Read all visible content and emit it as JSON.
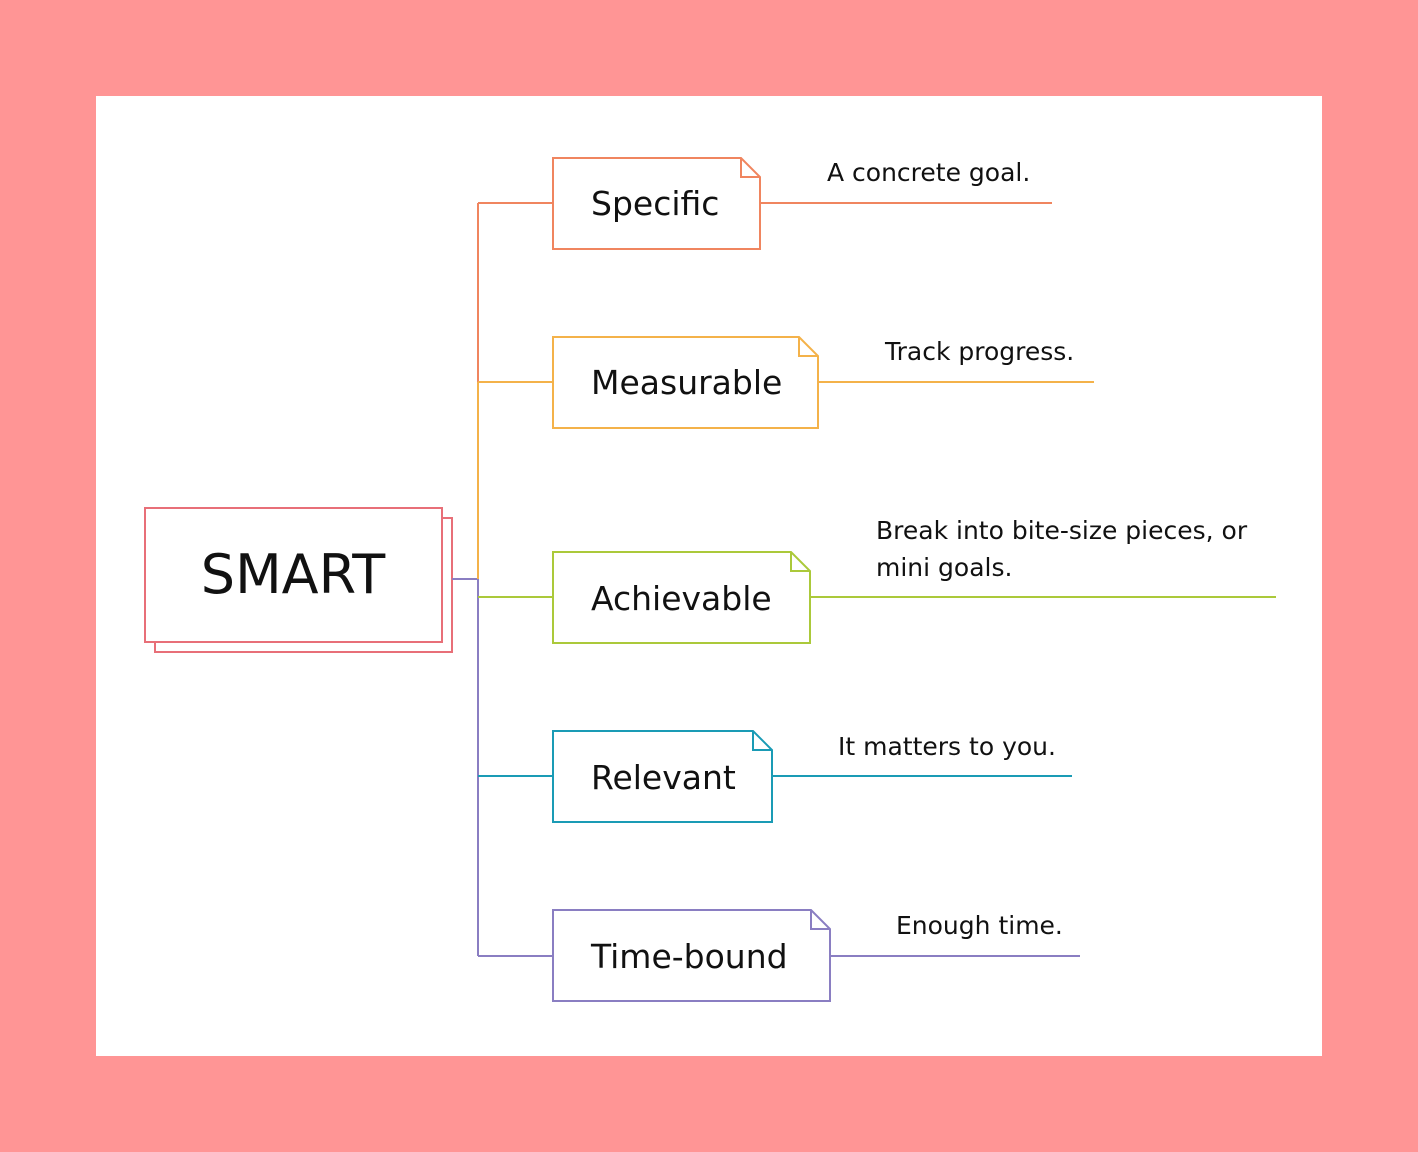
{
  "root": {
    "label": "SMART",
    "color": "#e86f78"
  },
  "branches": [
    {
      "label": "Specific",
      "description": "A concrete goal.",
      "color": "#f0855f"
    },
    {
      "label": "Measurable",
      "description": "Track progress.",
      "color": "#f4b24a"
    },
    {
      "label": "Achievable",
      "description": "Break into bite-size pieces, or mini goals.",
      "color": "#abc93a"
    },
    {
      "label": "Relevant",
      "description": "It matters to you.",
      "color": "#1a9bb5"
    },
    {
      "label": "Time-bound",
      "description": "Enough time.",
      "color": "#8a7ec2"
    }
  ]
}
